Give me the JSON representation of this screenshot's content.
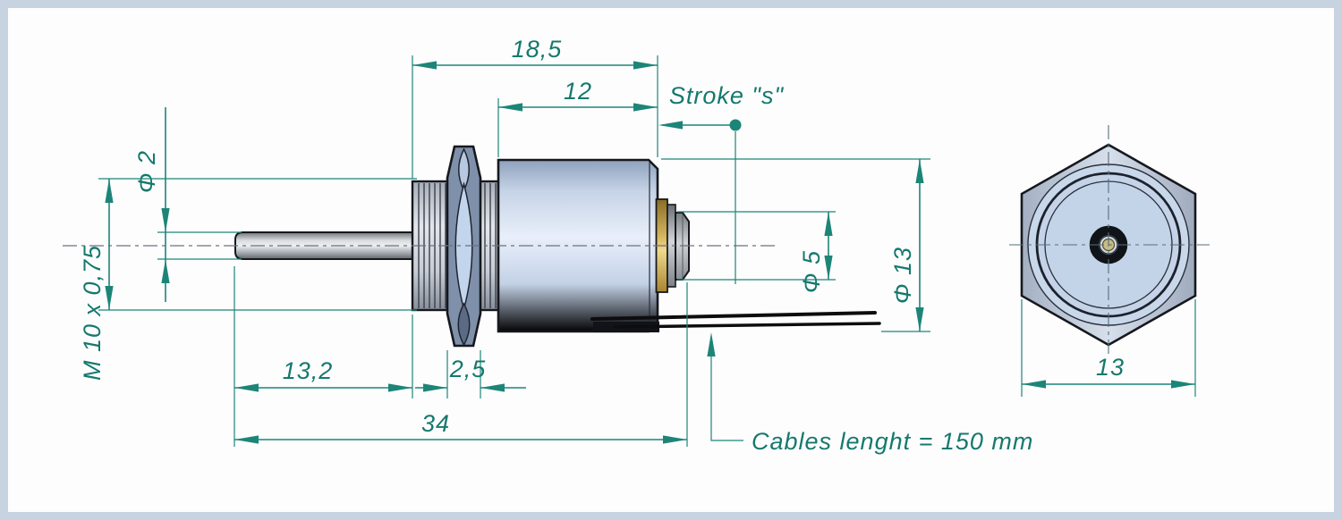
{
  "drawing": {
    "side_view": {
      "dims": {
        "bushing_to_face": "18,5",
        "body_length": "12",
        "shaft_dia": "Φ 2",
        "thread_spec": "M 10 x 0,75",
        "tip_dia": "Φ 5",
        "body_dia": "Φ 13",
        "shaft_exposed": "13,2",
        "nut_thickness": "2,5",
        "overall_length": "34"
      },
      "annotations": {
        "stroke_label": "Stroke \"s\"",
        "cables_note": "Cables lenght = 150 mm"
      }
    },
    "front_view": {
      "dims": {
        "hex_across_flats": "13"
      }
    },
    "colors": {
      "dimension_teal": "#1d8578",
      "frame_border": "#c8d3e2",
      "body_blue": "#c6d3e7",
      "brass": "#d6b55e",
      "outline": "#16181d"
    }
  }
}
